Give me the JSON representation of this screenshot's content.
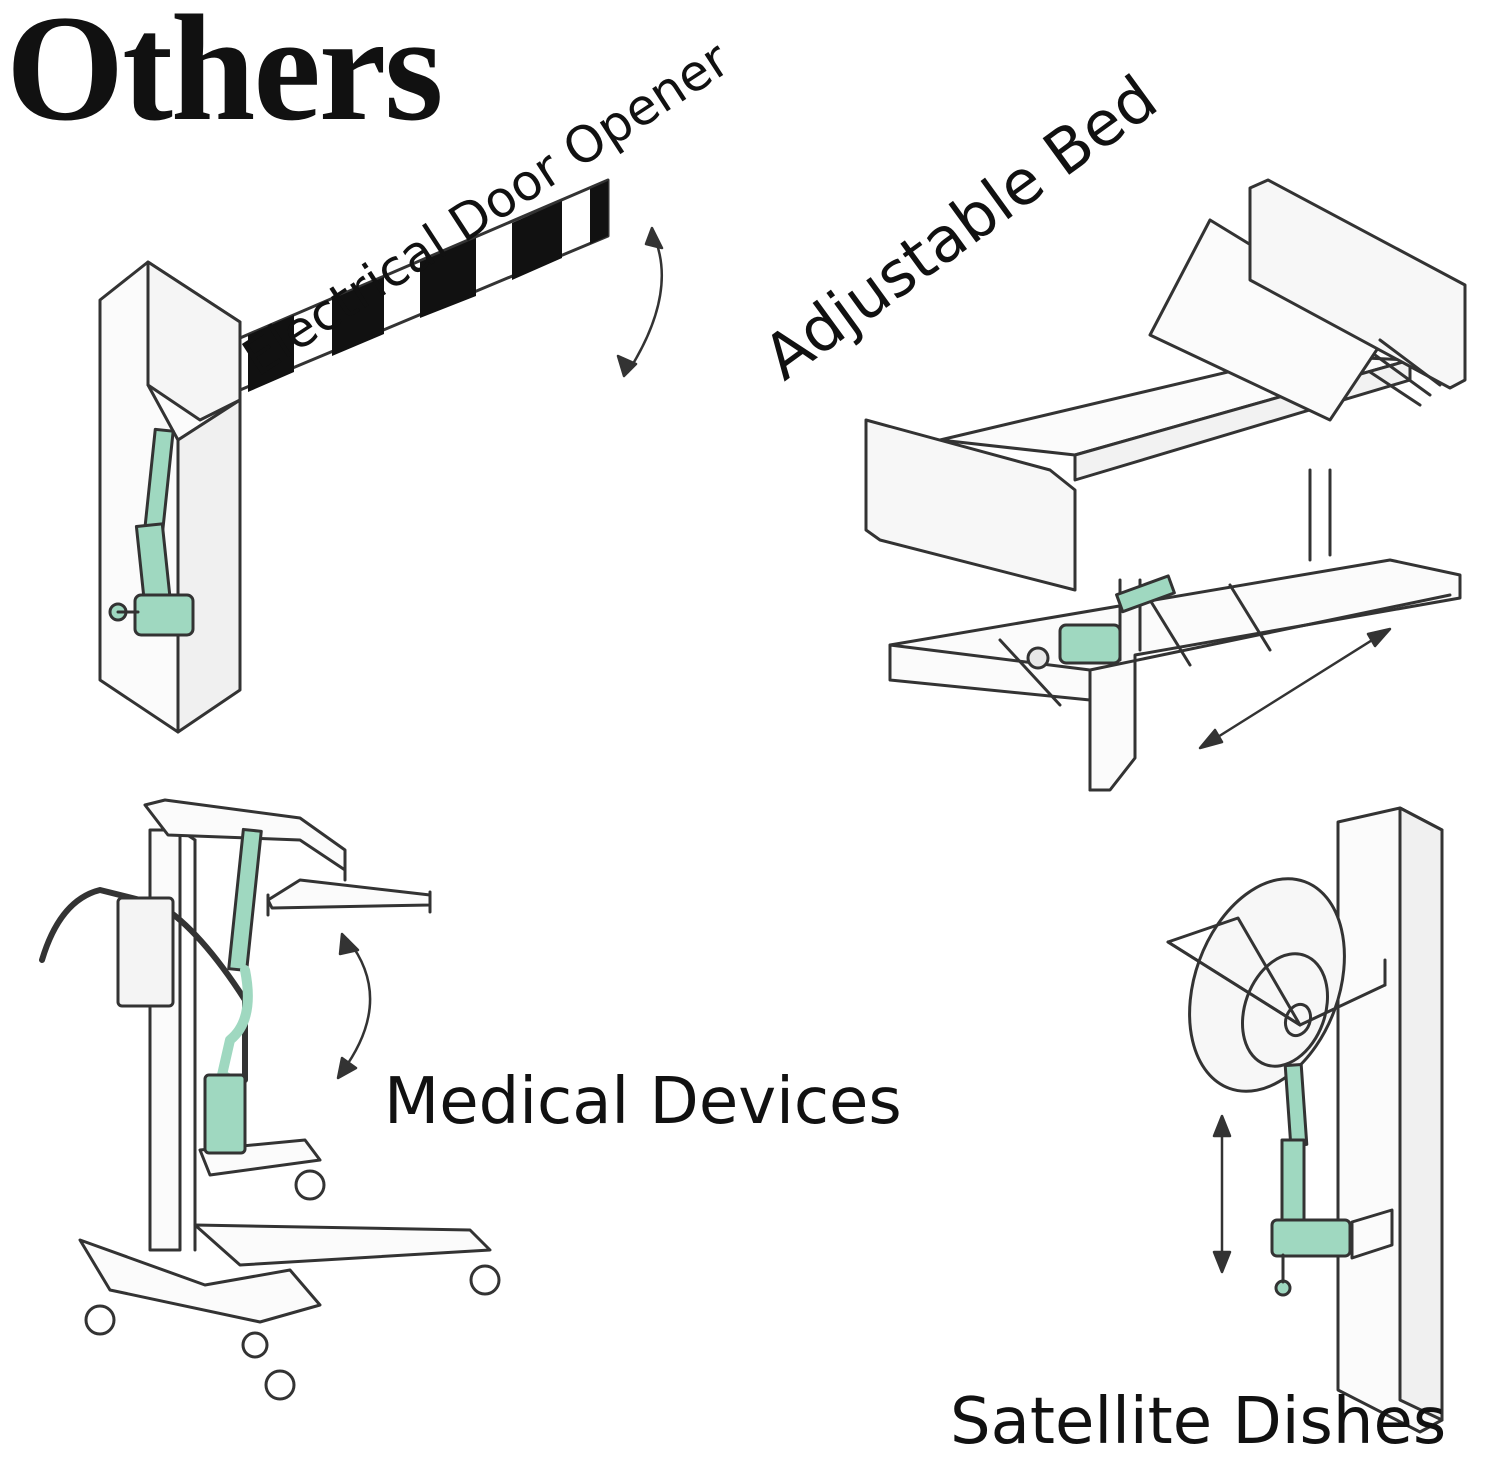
{
  "title": "Others",
  "labels": {
    "door_opener": "Electrical Door Opener",
    "adjustable_bed": "Adjustable Bed",
    "medical_devices": "Medical Devices",
    "satellite_dishes": "Satellite Dishes"
  },
  "colors": {
    "actuator": "#9fd8c0",
    "line": "#333333",
    "stripe": "#111111",
    "text": "#111111"
  }
}
